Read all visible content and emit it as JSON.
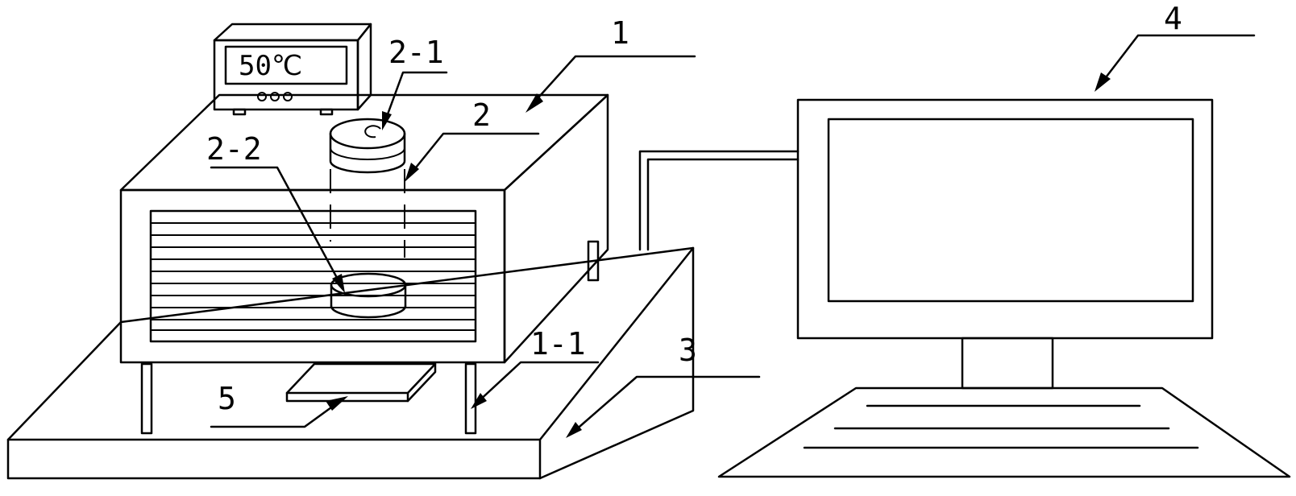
{
  "thermostat": {
    "display_text": "50℃"
  },
  "labels": {
    "box": "1",
    "sample_holder": "2",
    "holder_top": "2-1",
    "holder_bottom": "2-2",
    "box_leg": "1-1",
    "base_plate": "3",
    "computer": "4",
    "tray": "5"
  }
}
